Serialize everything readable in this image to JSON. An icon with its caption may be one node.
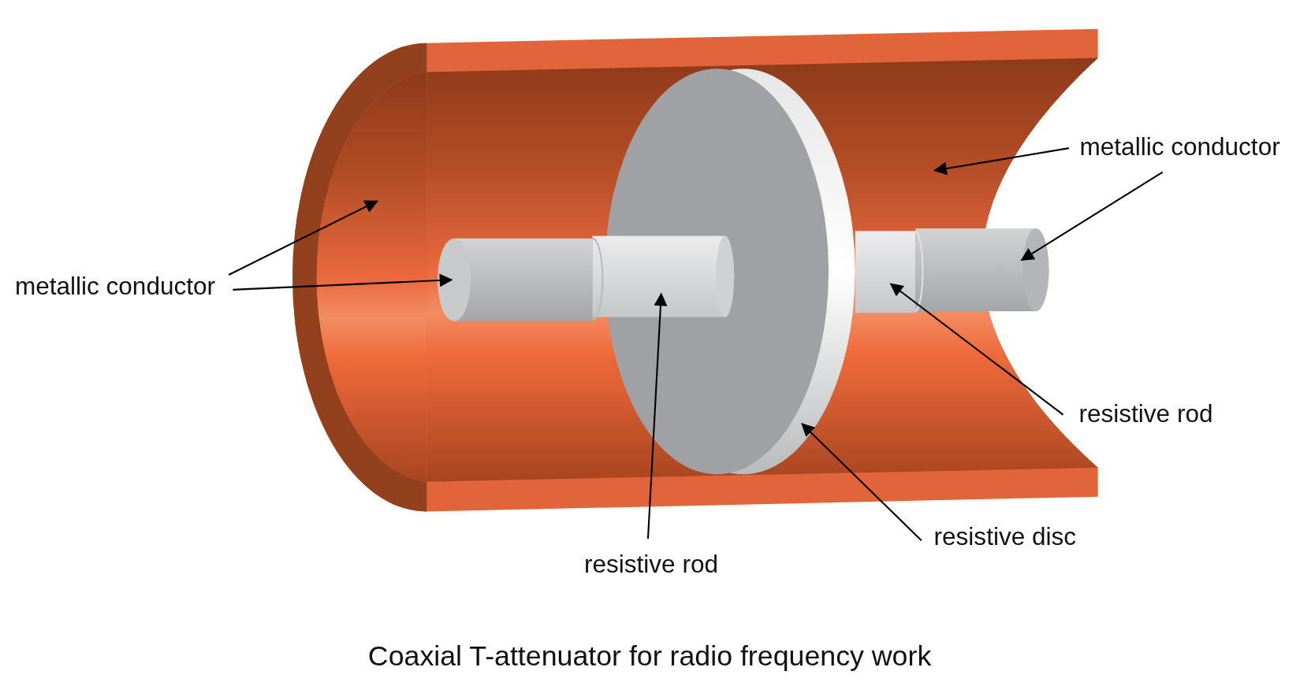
{
  "diagram": {
    "caption": "Coaxial T-attenuator for radio frequency work",
    "nodes": [
      {
        "text": [
          "metallic conductor"
        ]
      },
      {
        "text": [
          "metallic conductor"
        ]
      },
      {
        "text": [
          "resistive rod"
        ]
      },
      {
        "text": [
          "resistive disc"
        ]
      },
      {
        "text": [
          "resistive rod"
        ]
      },
      {
        "text": [],
        "shape": "cylinder"
      },
      {
        "text": [],
        "shape": "cylinder",
        "in": 5
      },
      {
        "text": [],
        "shape": "cylinder",
        "in": 5
      },
      {
        "text": [],
        "shape": "circle",
        "in": 5
      },
      {
        "text": [],
        "shape": "cylinder",
        "in": 5
      },
      {
        "text": [],
        "shape": "cylinder",
        "in": 5
      }
    ],
    "edges": [
      {
        "from": 0,
        "to": 5,
        "arrow": "to"
      },
      {
        "from": 0,
        "to": 6,
        "arrow": "to"
      },
      {
        "from": 1,
        "to": 5,
        "arrow": "to"
      },
      {
        "from": 1,
        "to": 10,
        "arrow": "to"
      },
      {
        "from": 2,
        "to": 9,
        "arrow": "to"
      },
      {
        "from": 3,
        "to": 8,
        "arrow": "to"
      },
      {
        "from": 4,
        "to": 7,
        "arrow": "to"
      }
    ]
  }
}
